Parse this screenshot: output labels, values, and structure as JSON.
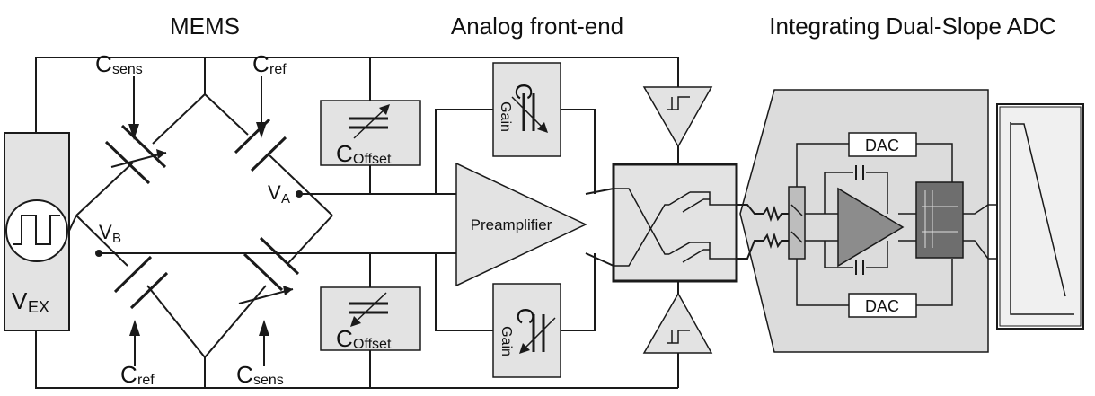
{
  "sections": {
    "mems": "MEMS",
    "afe": "Analog front-end",
    "adc": "Integrating Dual-Slope ADC"
  },
  "labels": {
    "c_main": "C",
    "sens_sub": "sens",
    "ref_sub": "ref",
    "offset_sub": "Offset",
    "gain_sub": "Gain",
    "v_main": "V",
    "va_sub": "A",
    "vb_sub": "B",
    "vex_sub": "EX",
    "preamp": "Preamplifier",
    "dac": "DAC"
  },
  "colors": {
    "box_fill": "#e3e3e3",
    "integrator_fill": "#8c8c8c",
    "comparator_fill": "#6e6e6e",
    "adc_bg": "#dcdcdc",
    "wire": "#1a1a1a"
  },
  "icons": {
    "source": "square-wave-source-icon",
    "trim_capacitor": "variable-capacitor-icon",
    "buffer": "schmitt-trigger-icon",
    "resistor": "resistor-icon",
    "output": "ramp-waveform-icon"
  }
}
